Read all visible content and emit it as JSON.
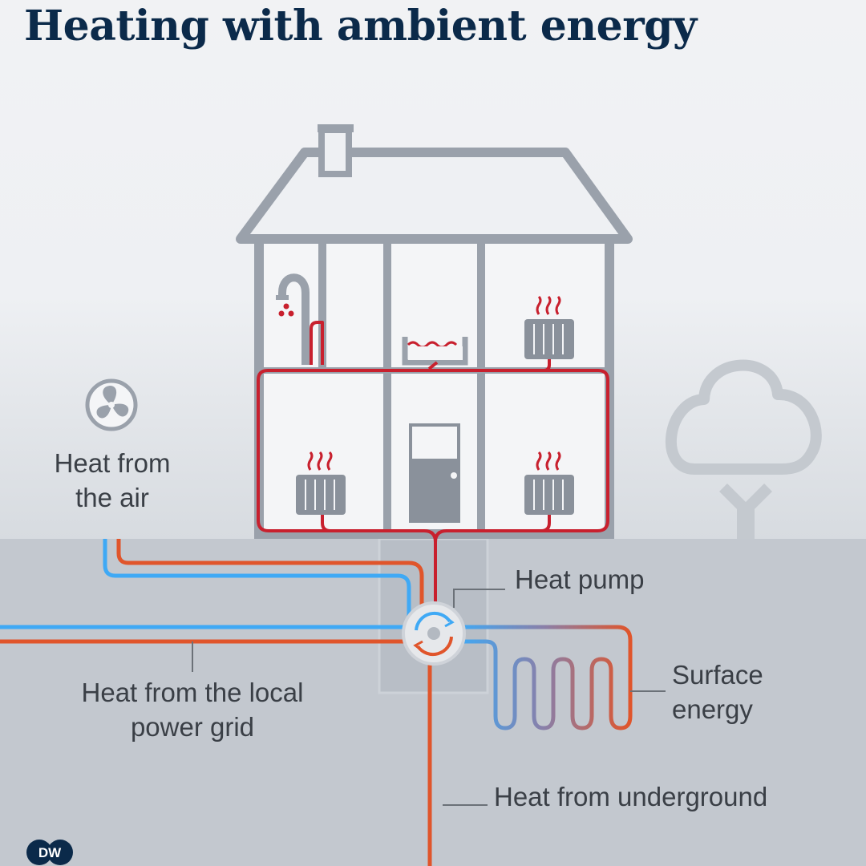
{
  "title": "Heating with ambient energy",
  "labels": {
    "air": [
      "Heat from",
      "the air"
    ],
    "heat_pump": "Heat pump",
    "grid": [
      "Heat from the local",
      "power grid"
    ],
    "surface": [
      "Surface",
      "energy"
    ],
    "underground": "Heat from underground"
  },
  "logo_text": "DW",
  "icons": [
    "fan-icon",
    "shower-icon",
    "bathtub-icon",
    "radiator-icon",
    "door-icon",
    "tree-icon",
    "heat-pump-icon"
  ],
  "colors": {
    "title": "#0b2a4a",
    "warm_pipe": "#c8202e",
    "hot_line": "#e0552b",
    "cold_line": "#3fa9f5",
    "house_outline": "#9aa1ab",
    "ground": "#c3c8cf",
    "sky": "#eef0f3"
  }
}
